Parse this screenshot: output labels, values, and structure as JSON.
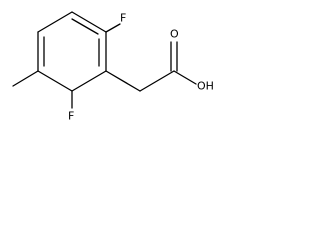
{
  "molecule": {
    "atom_labels": {
      "fluorine_top": "F",
      "fluorine_bottom": "F",
      "carbonyl_oxygen": "O",
      "hydroxyl": "OH"
    }
  }
}
